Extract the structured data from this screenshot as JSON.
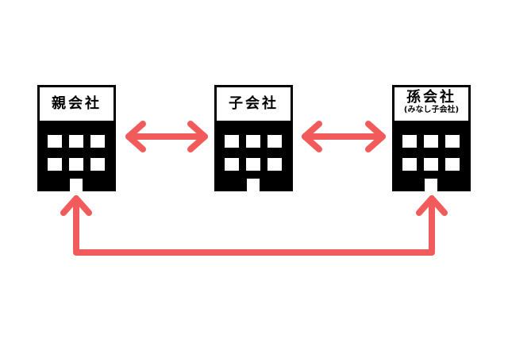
{
  "diagram": {
    "parent": {
      "label": "親会社"
    },
    "child": {
      "label": "子会社"
    },
    "grandchild": {
      "label": "孫会社",
      "sublabel": "(みなし子会社)"
    },
    "arrow_color": "#f25b5b",
    "building_color": "#000000"
  }
}
